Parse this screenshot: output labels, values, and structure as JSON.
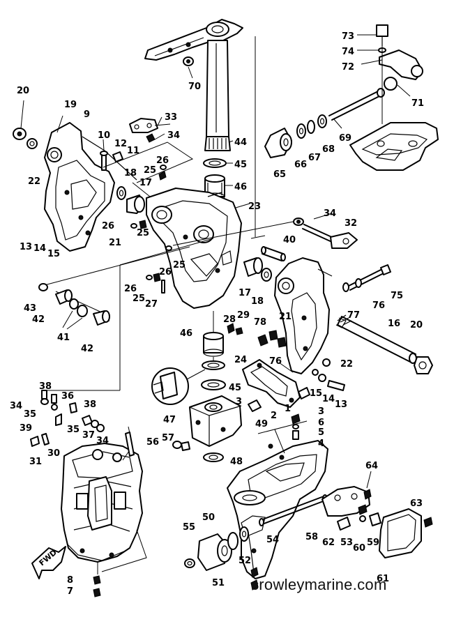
{
  "diagram": {
    "watermark": "crowleymarine.com",
    "fwd_label": "FWD",
    "callouts": [
      {
        "id": "c73",
        "text": "73"
      },
      {
        "id": "c74",
        "text": "74"
      },
      {
        "id": "c72",
        "text": "72"
      },
      {
        "id": "c71",
        "text": "71"
      },
      {
        "id": "c70",
        "text": "70"
      },
      {
        "id": "c69",
        "text": "69"
      },
      {
        "id": "c68",
        "text": "68"
      },
      {
        "id": "c67",
        "text": "67"
      },
      {
        "id": "c66",
        "text": "66"
      },
      {
        "id": "c65",
        "text": "65"
      },
      {
        "id": "c44",
        "text": "44"
      },
      {
        "id": "c45a",
        "text": "45"
      },
      {
        "id": "c46a",
        "text": "46"
      },
      {
        "id": "c20a",
        "text": "20"
      },
      {
        "id": "c19",
        "text": "19"
      },
      {
        "id": "c9",
        "text": "9"
      },
      {
        "id": "c10",
        "text": "10"
      },
      {
        "id": "c12",
        "text": "12"
      },
      {
        "id": "c11",
        "text": "11"
      },
      {
        "id": "c33",
        "text": "33"
      },
      {
        "id": "c34a",
        "text": "34"
      },
      {
        "id": "c26a",
        "text": "26"
      },
      {
        "id": "c25a",
        "text": "25"
      },
      {
        "id": "c18a",
        "text": "18"
      },
      {
        "id": "c17a",
        "text": "17"
      },
      {
        "id": "c22a",
        "text": "22"
      },
      {
        "id": "c13a",
        "text": "13"
      },
      {
        "id": "c14",
        "text": "14"
      },
      {
        "id": "c15a",
        "text": "15"
      },
      {
        "id": "c26b",
        "text": "26"
      },
      {
        "id": "c25b",
        "text": "25"
      },
      {
        "id": "c21a",
        "text": "21"
      },
      {
        "id": "c23",
        "text": "23"
      },
      {
        "id": "c34b",
        "text": "34"
      },
      {
        "id": "c32",
        "text": "32"
      },
      {
        "id": "c40",
        "text": "40"
      },
      {
        "id": "c26c",
        "text": "26"
      },
      {
        "id": "c25c",
        "text": "25"
      },
      {
        "id": "c26d",
        "text": "26"
      },
      {
        "id": "c25d",
        "text": "25"
      },
      {
        "id": "c27",
        "text": "27"
      },
      {
        "id": "c17b",
        "text": "17"
      },
      {
        "id": "c18b",
        "text": "18"
      },
      {
        "id": "c75",
        "text": "75"
      },
      {
        "id": "c76a",
        "text": "76"
      },
      {
        "id": "c77",
        "text": "77"
      },
      {
        "id": "c43",
        "text": "43"
      },
      {
        "id": "c42a",
        "text": "42"
      },
      {
        "id": "c41",
        "text": "41"
      },
      {
        "id": "c42b",
        "text": "42"
      },
      {
        "id": "c28",
        "text": "28"
      },
      {
        "id": "c29",
        "text": "29"
      },
      {
        "id": "c78",
        "text": "78"
      },
      {
        "id": "c21b",
        "text": "21"
      },
      {
        "id": "c16",
        "text": "16"
      },
      {
        "id": "c20b",
        "text": "20"
      },
      {
        "id": "c46b",
        "text": "46"
      },
      {
        "id": "c24",
        "text": "24"
      },
      {
        "id": "c76b",
        "text": "76"
      },
      {
        "id": "c22b",
        "text": "22"
      },
      {
        "id": "c15b",
        "text": "15"
      },
      {
        "id": "c14b",
        "text": "14"
      },
      {
        "id": "c13b",
        "text": "13"
      },
      {
        "id": "c45b",
        "text": "45"
      },
      {
        "id": "c3a",
        "text": "3"
      },
      {
        "id": "c3b",
        "text": "3"
      },
      {
        "id": "c2",
        "text": "2"
      },
      {
        "id": "c1",
        "text": "1"
      },
      {
        "id": "c6",
        "text": "6"
      },
      {
        "id": "c5",
        "text": "5"
      },
      {
        "id": "c4",
        "text": "4"
      },
      {
        "id": "c49",
        "text": "49"
      },
      {
        "id": "c47",
        "text": "47"
      },
      {
        "id": "c57",
        "text": "57"
      },
      {
        "id": "c56",
        "text": "56"
      },
      {
        "id": "c48",
        "text": "48"
      },
      {
        "id": "c38a",
        "text": "38"
      },
      {
        "id": "c36",
        "text": "36"
      },
      {
        "id": "c38b",
        "text": "38"
      },
      {
        "id": "c34c",
        "text": "34"
      },
      {
        "id": "c35a",
        "text": "35"
      },
      {
        "id": "c39",
        "text": "39"
      },
      {
        "id": "c35b",
        "text": "35"
      },
      {
        "id": "c37",
        "text": "37"
      },
      {
        "id": "c34d",
        "text": "34"
      },
      {
        "id": "c31",
        "text": "31"
      },
      {
        "id": "c30",
        "text": "30"
      },
      {
        "id": "c64",
        "text": "64"
      },
      {
        "id": "c63",
        "text": "63"
      },
      {
        "id": "c55",
        "text": "55"
      },
      {
        "id": "c50",
        "text": "50"
      },
      {
        "id": "c54",
        "text": "54"
      },
      {
        "id": "c58",
        "text": "58"
      },
      {
        "id": "c62",
        "text": "62"
      },
      {
        "id": "c53",
        "text": "53"
      },
      {
        "id": "c60",
        "text": "60"
      },
      {
        "id": "c59",
        "text": "59"
      },
      {
        "id": "c52",
        "text": "52"
      },
      {
        "id": "c51",
        "text": "51"
      },
      {
        "id": "c61",
        "text": "61"
      },
      {
        "id": "c8",
        "text": "8"
      },
      {
        "id": "c7",
        "text": "7"
      }
    ]
  }
}
